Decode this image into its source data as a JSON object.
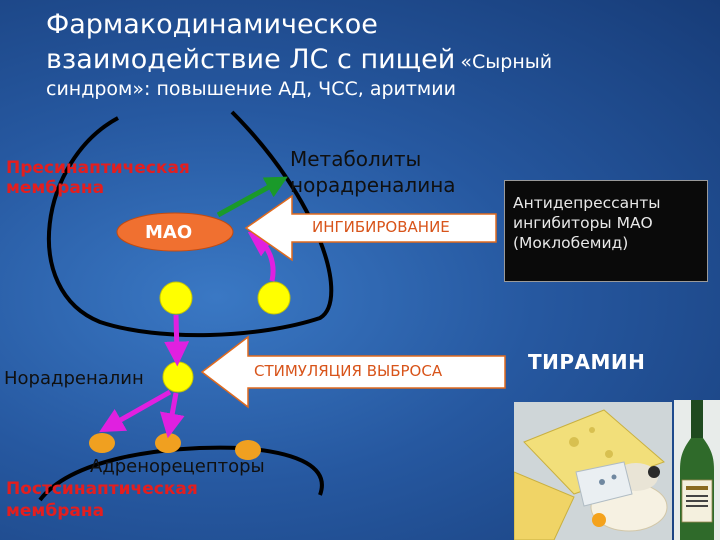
{
  "title": {
    "line1": "Фармакодинамическое",
    "line2": "взаимодействие ЛС с пищей",
    "line2_small": "«Сырный",
    "line3": "синдром»: повышение АД, ЧСС, аритмии"
  },
  "diagram": {
    "presynaptic_label": "Пресинаптическая мембрана",
    "mao_label": "МАО",
    "metabolites_label": "Метаболиты норадреналина",
    "inhibition_label": "ИНГИБИРОВАНИЕ",
    "stimulation_label": "СТИМУЛЯЦИЯ ВЫБРОСА",
    "noradrenaline_label": "Норадреналин",
    "adrenoreceptors_label": "Адренорецепторы",
    "postsynaptic_label": "Постсинаптическая мембрана"
  },
  "info_box": {
    "text": "Антидепрессанты ингибиторы МАО (Моклобемид)"
  },
  "tyramine_label": "ТИРАМИН",
  "colors": {
    "background": "#2658a0",
    "red_label": "#e41e1e",
    "arrow_fill": "#ffffff",
    "arrow_stroke": "#e06a1e",
    "pathway_arrow": "#e020e0",
    "metabolite_arrow": "#1a9a2a",
    "vesicle": "#ffff00",
    "receptor": "#f0a020",
    "mao_fill": "#f07030"
  }
}
